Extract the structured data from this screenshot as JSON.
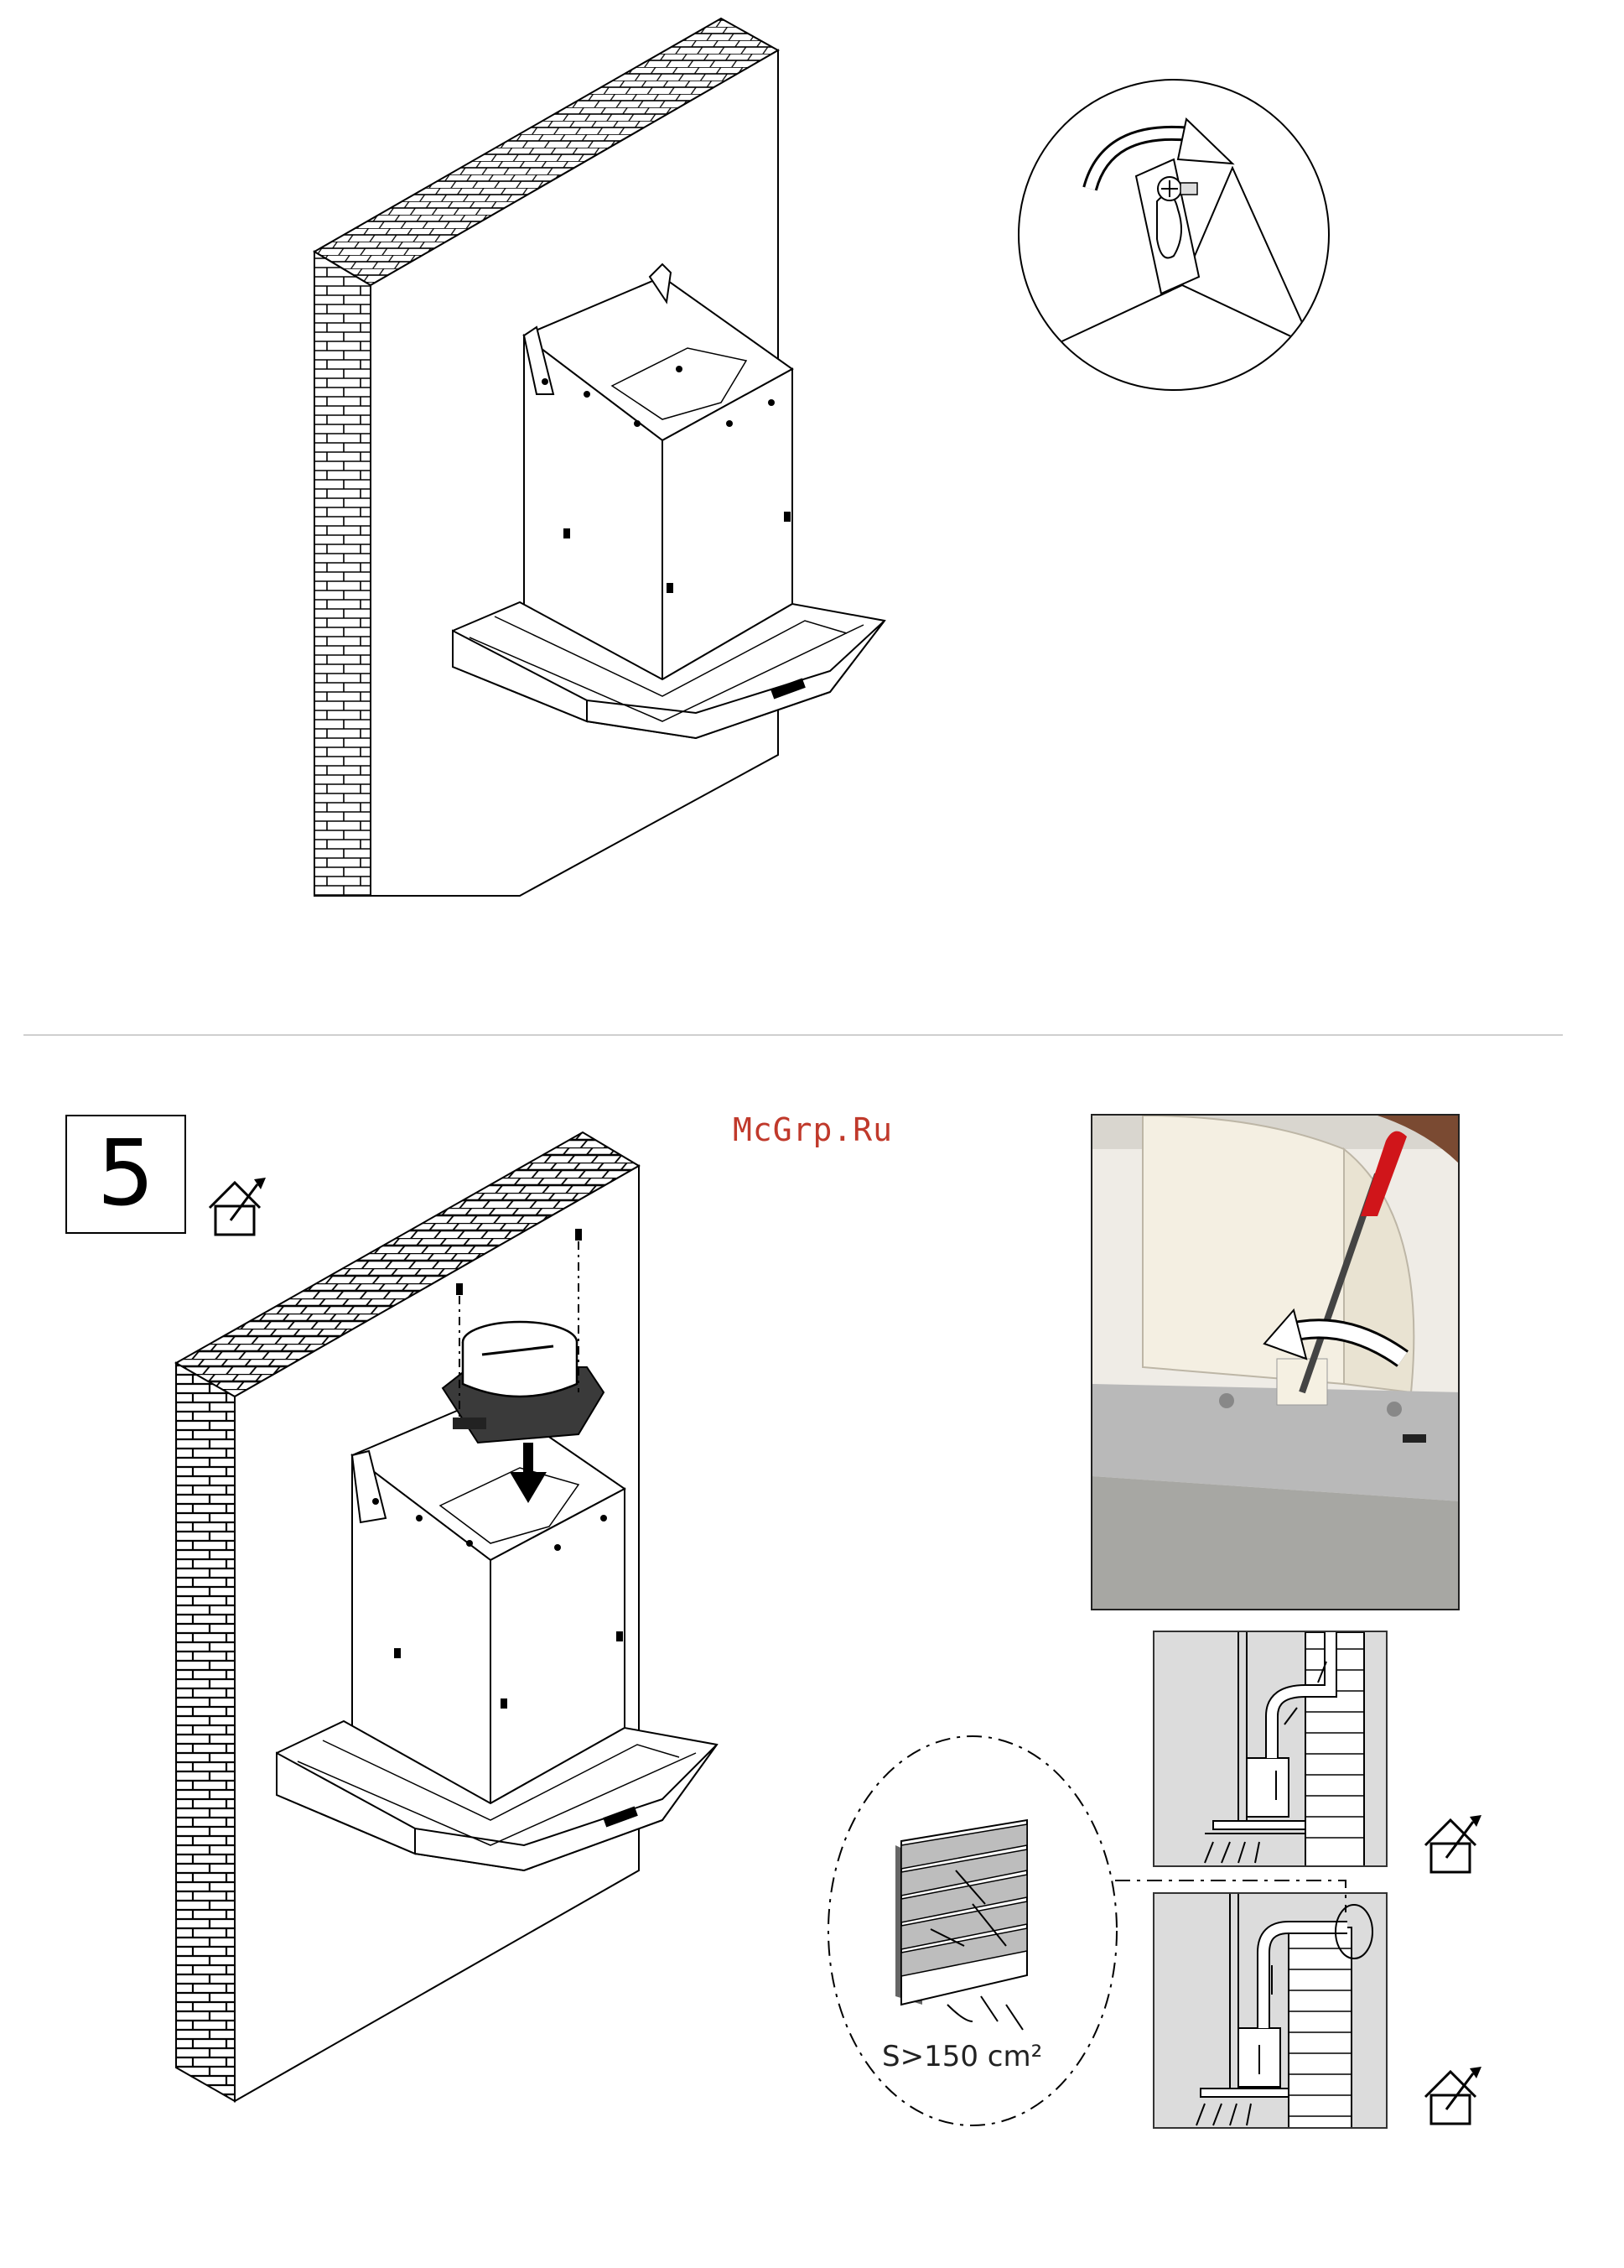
{
  "step": {
    "number": "5"
  },
  "watermark": {
    "text": "McGrp.Ru"
  },
  "vent_grille": {
    "area_label": "S>150 cm²"
  },
  "icons": {
    "install_house_top": "house-with-tool-icon",
    "install_house_mid": "house-with-tool-icon",
    "install_house_bottom": "house-with-tool-icon",
    "rotate_arrow": "curved-arrow-icon",
    "down_arrow": "down-arrow-icon"
  },
  "colors": {
    "watermark": "#c0392b",
    "panel_bg": "#dcdcdc",
    "line": "#000000"
  }
}
